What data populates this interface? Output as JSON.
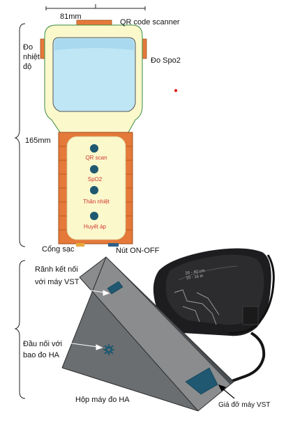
{
  "device_top": {
    "width_label": "81mm",
    "height_label": "165mm",
    "qr_scanner_label": "QR code scanner",
    "thermo_label_lines": [
      "Đo",
      "nhiệt",
      "độ"
    ],
    "spo2_side_label": "Đo Spo2",
    "buttons": [
      "QR scan",
      "SpO2",
      "Thân nhiệt",
      "Huyết áp"
    ],
    "charge_port_label": "Cổng sạc",
    "power_button_label": "Nút ON-OFF"
  },
  "bp_unit": {
    "slot_label_lines": [
      "Rãnh kết nối",
      "với máy VST"
    ],
    "connector_label_lines": [
      "Đầu nối với",
      "bao đo HA"
    ],
    "box_label": "Hộp máy đo HA",
    "holder_label": "Giá đỡ máy VST",
    "cuff_text_lines": [
      "26 - 40 cm",
      "10 - 16 in"
    ]
  },
  "colors": {
    "body_fill": "#fbf8cc",
    "screen_fill": "#bfe6f5",
    "orange": "#e5793a",
    "button_fill": "#1f5870",
    "box_fill": "#6b6e70",
    "label_red": "#d0342c"
  }
}
